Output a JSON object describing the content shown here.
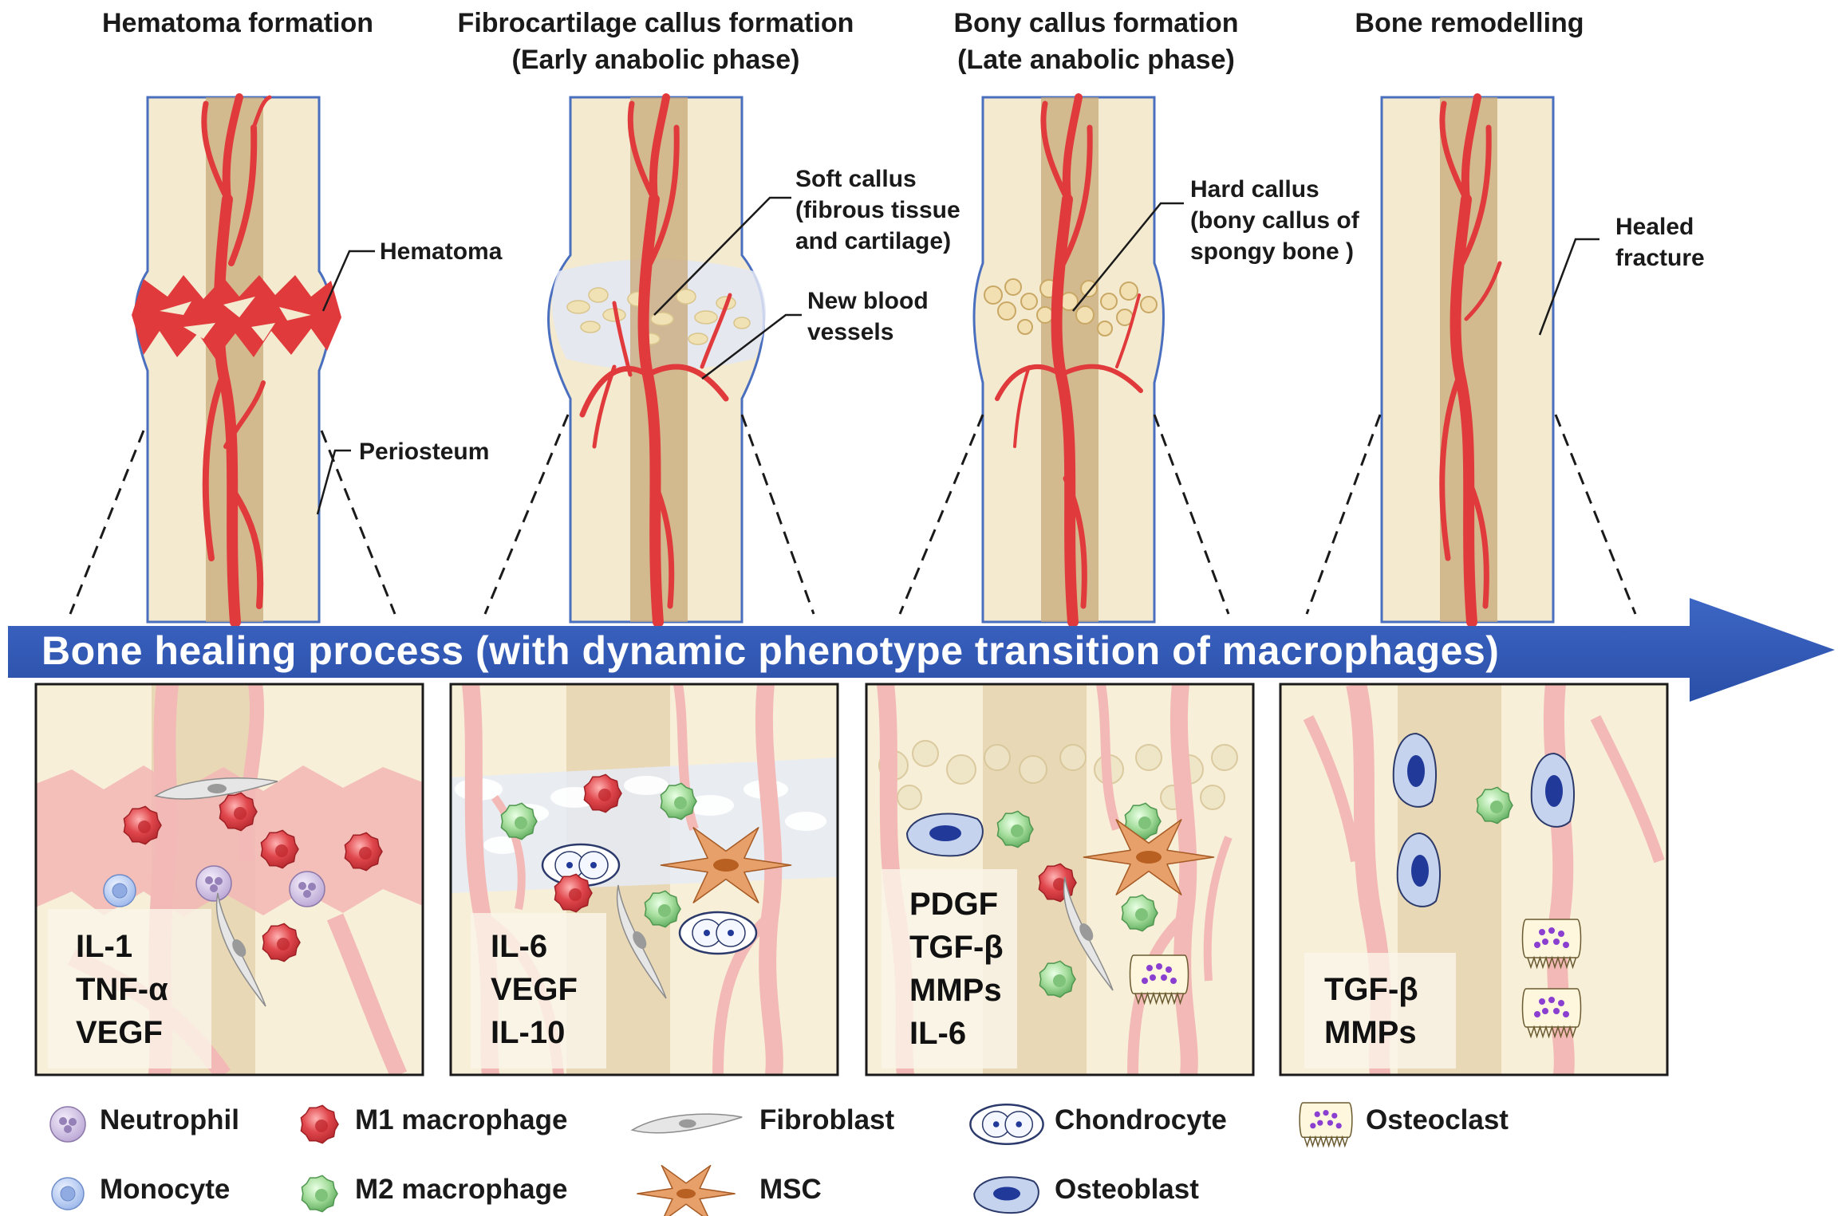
{
  "stages": [
    {
      "title_lines": [
        "Hematoma formation"
      ]
    },
    {
      "title_lines": [
        "Fibrocartilage callus formation",
        "(Early anabolic phase)"
      ]
    },
    {
      "title_lines": [
        "Bony callus formation",
        "(Late anabolic phase)"
      ]
    },
    {
      "title_lines": [
        "Bone remodelling"
      ]
    }
  ],
  "annotations": {
    "hematoma": "Hematoma",
    "periosteum": "Periosteum",
    "soft_callus": [
      "Soft callus",
      "(fibrous tissue",
      "and cartilage)"
    ],
    "new_vessels": [
      "New blood",
      "vessels"
    ],
    "hard_callus": [
      "Hard callus",
      "(bony callus of",
      "spongy bone )"
    ],
    "healed": [
      "Healed",
      "fracture"
    ]
  },
  "process_arrow": {
    "label": "Bone healing process (with dynamic phenotype transition of macrophages)",
    "color": "#2f57b5"
  },
  "panels": [
    {
      "factors": [
        "IL-1",
        "TNF-α",
        "VEGF"
      ]
    },
    {
      "factors": [
        "IL-6",
        "VEGF",
        "IL-10"
      ]
    },
    {
      "factors": [
        "PDGF",
        "TGF-β",
        "MMPs",
        "IL-6"
      ]
    },
    {
      "factors": [
        "TGF-β",
        "MMPs"
      ]
    }
  ],
  "legend": [
    {
      "icon": "neutrophil",
      "label": "Neutrophil"
    },
    {
      "icon": "m1-macrophage",
      "label": "M1 macrophage"
    },
    {
      "icon": "fibroblast",
      "label": "Fibroblast"
    },
    {
      "icon": "chondrocyte",
      "label": "Chondrocyte"
    },
    {
      "icon": "osteoclast",
      "label": "Osteoclast"
    },
    {
      "icon": "monocyte",
      "label": "Monocyte"
    },
    {
      "icon": "m2-macrophage",
      "label": "M2 macrophage"
    },
    {
      "icon": "msc",
      "label": "MSC"
    },
    {
      "icon": "osteoblast",
      "label": "Osteoblast"
    }
  ],
  "colors": {
    "bone": "#f4ead0",
    "marrow": "#c8a878",
    "vessel": "#e03a3c",
    "faint_vessel": "#f3b9b6",
    "periosteum": "#4a6fbf",
    "m1": "#e0474c",
    "m2": "#8fd08a",
    "neutrophil": "#c9b8dc",
    "monocyte": "#b9cdf0",
    "msc": "#e0884a",
    "osteoblast_nucleus": "#213a9a",
    "osteoclast_dots": "#8a3fd0"
  }
}
